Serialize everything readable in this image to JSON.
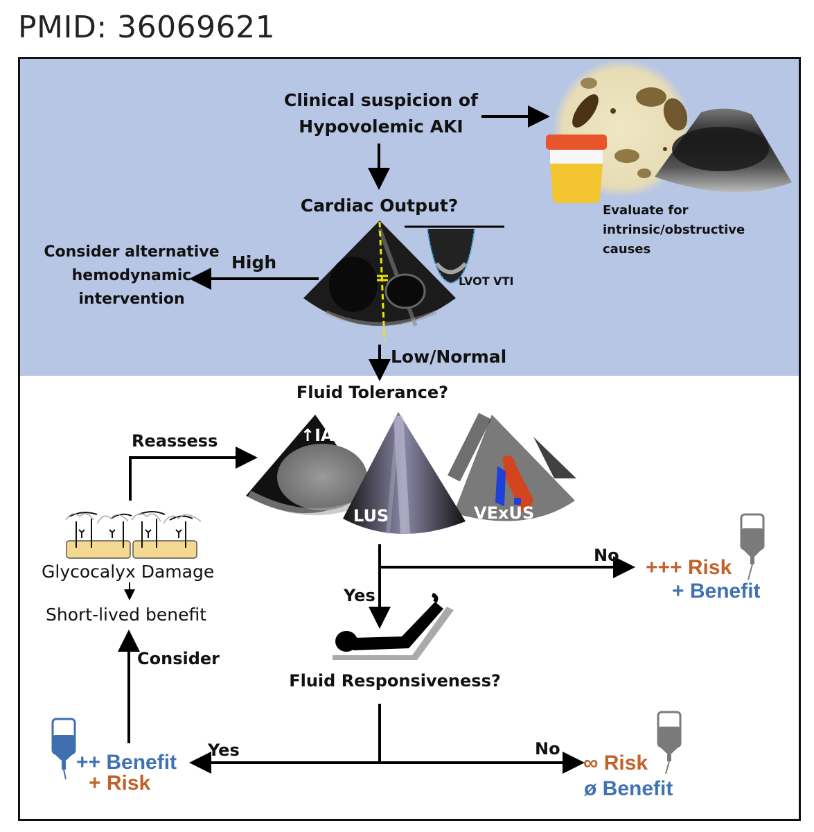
{
  "header": {
    "pmid": "PMID: 36069621"
  },
  "colors": {
    "panel_blue": "#b8c6e5",
    "risk_orange": "#c2622a",
    "benefit_blue": "#3f72b3",
    "iv_gray": "#7a7a7a",
    "iv_blue": "#3f6fae",
    "echo_guide_yellow": "#f2e600",
    "doppler_outline": "#3aa3dc",
    "color_flow_red": "#d2451f",
    "color_flow_blue": "#1f3fd8"
  },
  "top_section": {
    "start_node": {
      "line1": "Clinical suspicion of",
      "line2": "Hypovolemic AKI"
    },
    "evaluate_node": {
      "line1": "Evaluate for",
      "line2": "intrinsic/obstructive",
      "line3": "causes"
    },
    "cardiac_output_node": "Cardiac Output?",
    "alternative_node": {
      "line1": "Consider alternative",
      "line2": "hemodynamic",
      "line3": "intervention"
    },
    "edge_high": "High",
    "edge_low_normal": "Low/Normal",
    "lvot_label": "LVOT VTI",
    "images": [
      "urine-cup",
      "urine-microscopy",
      "bladder-ultrasound",
      "apical-echo",
      "lvot-doppler-trace"
    ]
  },
  "bottom_section": {
    "fluid_tolerance_node": "Fluid Tolerance?",
    "ultrasound_labels": {
      "iap": "↑IAP",
      "lus": "LUS",
      "vexus": "VExUS"
    },
    "edge_reassess": "Reassess",
    "glycocalyx_label": "Glycocalyx Damage",
    "short_lived_label": "Short-lived benefit",
    "edge_consider": "Consider",
    "tolerance_no_edge": "No",
    "tolerance_no_outcome": {
      "risk": "+++ Risk",
      "benefit": "+ Benefit"
    },
    "tolerance_yes_edge": "Yes",
    "fluid_responsiveness_node": "Fluid Responsiveness?",
    "responsive_yes_edge": "Yes",
    "responsive_yes_outcome": {
      "benefit": "++ Benefit",
      "risk": "+ Risk"
    },
    "responsive_no_edge": "No",
    "responsive_no_outcome": {
      "risk": "∞ Risk",
      "benefit": "ø Benefit"
    }
  }
}
